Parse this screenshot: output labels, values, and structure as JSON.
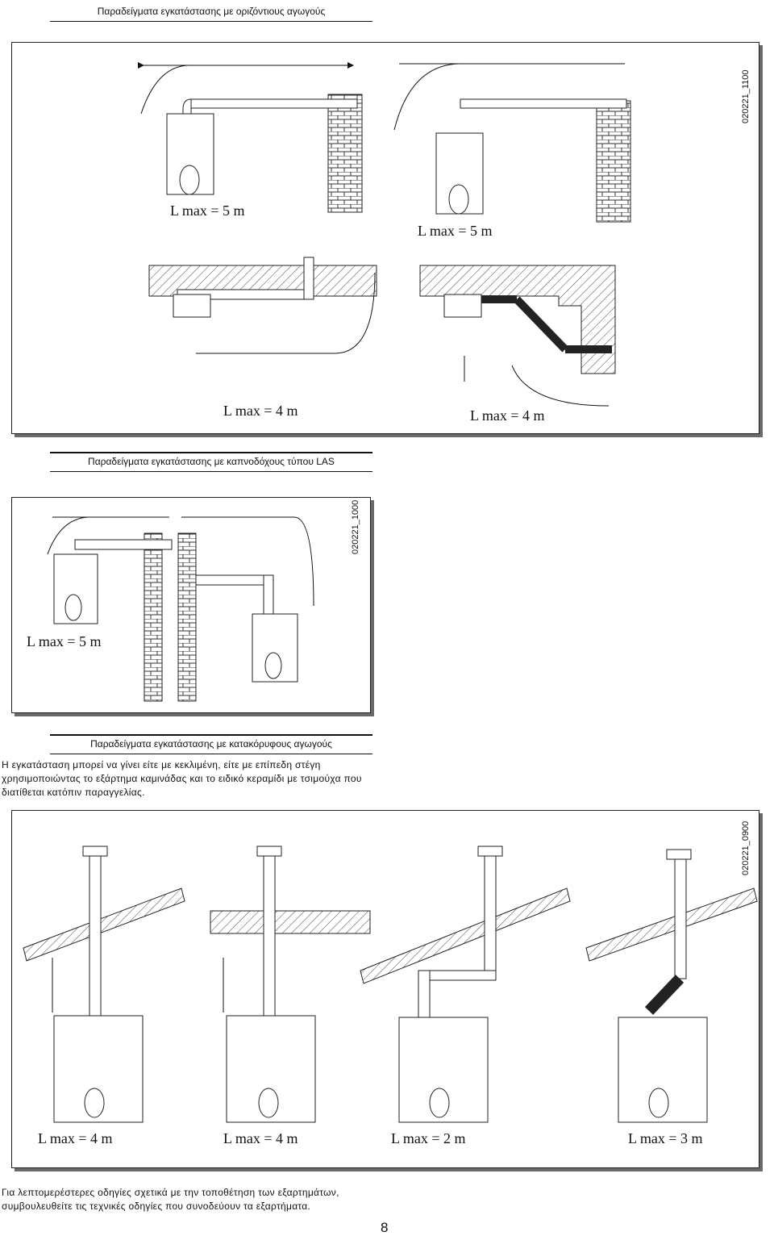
{
  "sections": {
    "horizontal_heading": "Παραδείγματα εγκατάστασης με οριζόντιους αγωγούς",
    "las_heading": "Παραδείγματα εγκατάστασης με καπνοδόχους τύπου LAS",
    "vertical_heading": "Παραδείγματα εγκατάστασης με κατακόρυφους αγωγούς"
  },
  "vertical_intro": "Η εγκατάσταση μπορεί να γίνει είτε με κεκλιμένη, είτε με επίπεδη στέγη χρησιμοποιώντας το εξάρτημα καμινάδας και το ειδικό κεραμίδι με τσιμούχα που διατίθεται κατόπιν παραγγελίας.",
  "horizontal_panel": {
    "code": "020221_1100",
    "captions": [
      "L max = 5 m",
      "L max = 5 m",
      "L max = 4 m",
      "L max = 4 m"
    ],
    "length_label": "L"
  },
  "las_panel": {
    "code": "020221_1000",
    "captions": [
      "L max = 5 m"
    ],
    "length_label": "L"
  },
  "vertical_panel": {
    "code": "020221_0900",
    "captions": [
      "L max = 4 m",
      "L max = 4 m",
      "L max = 2 m",
      "L max = 3 m"
    ],
    "length_label": "L"
  },
  "footer_note": "Για λεπτομερέστερες οδηγίες σχετικά με την τοποθέτηση των εξαρτημάτων, συμβουλευθείτε τις τεχνικές οδηγίες που συνοδεύουν τα εξαρτήματα.",
  "page_number": "8"
}
